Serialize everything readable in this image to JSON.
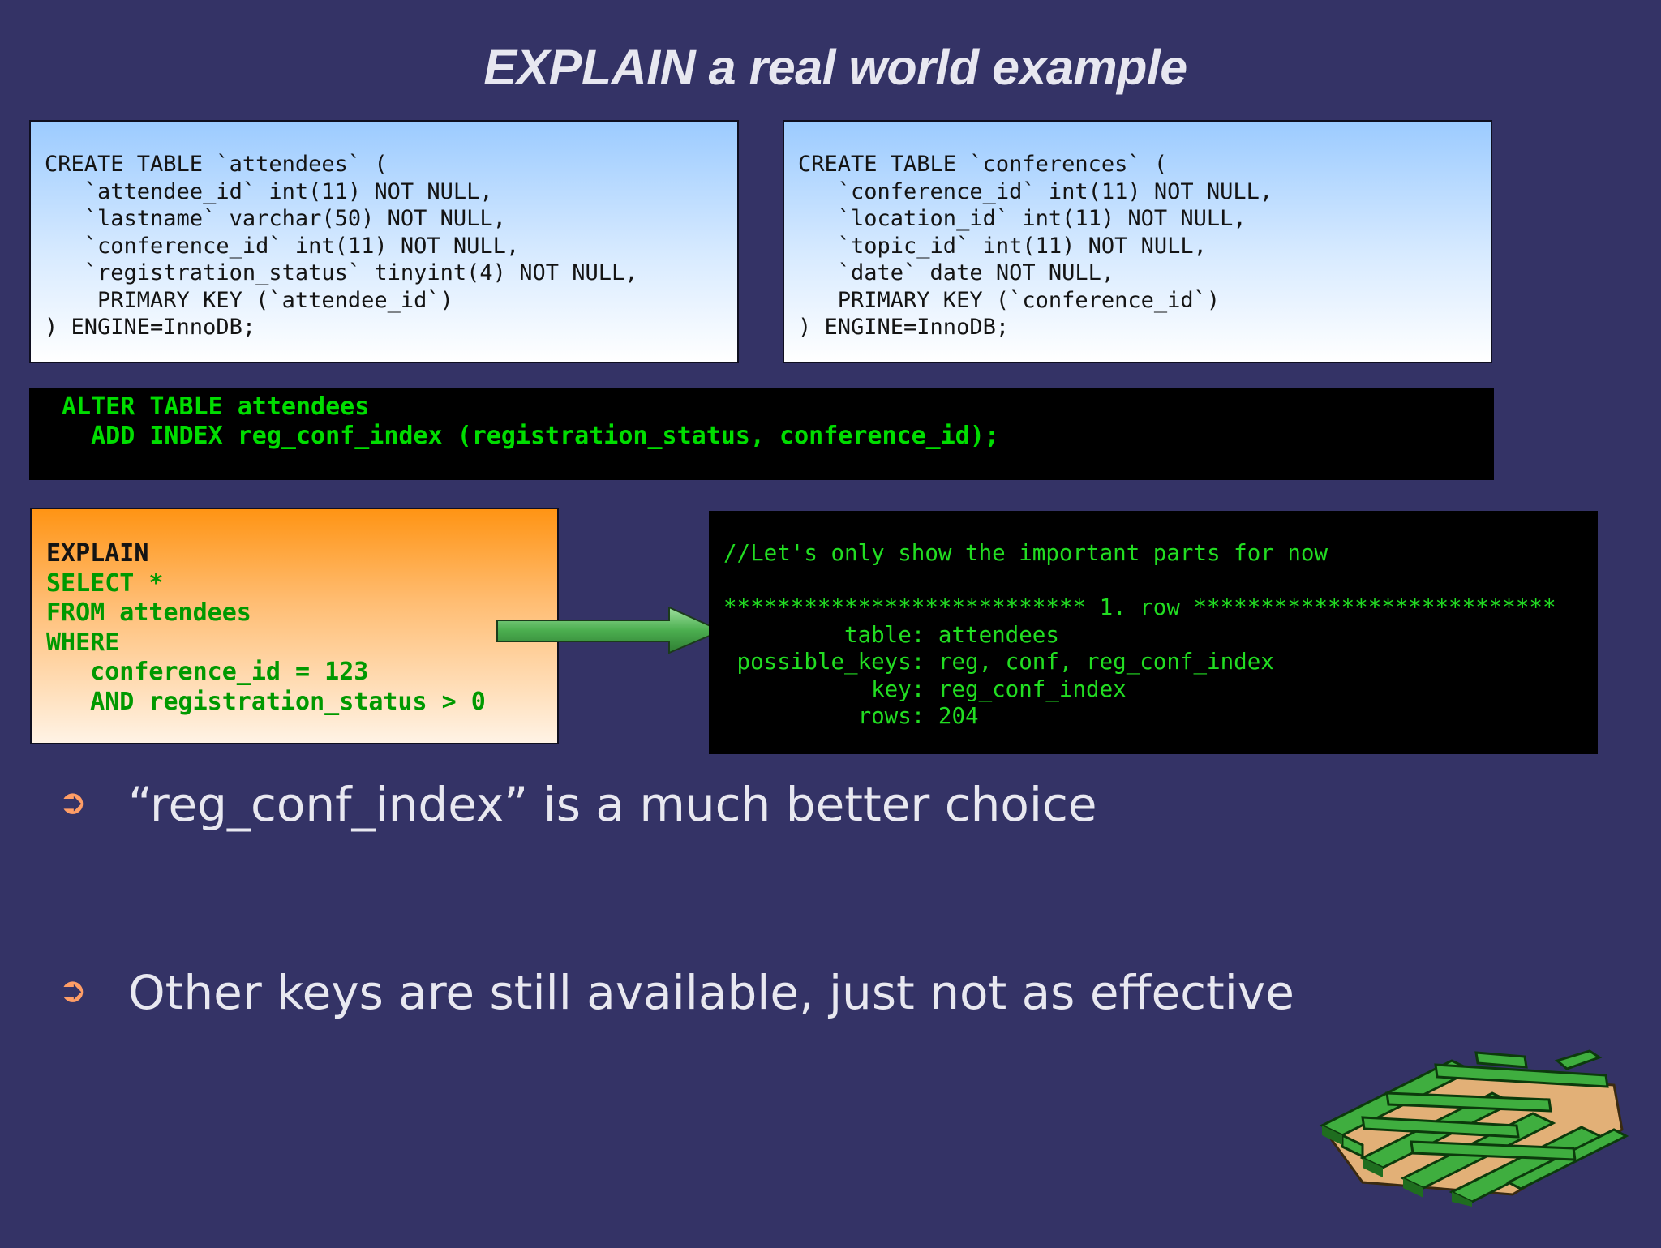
{
  "slide": {
    "title": "EXPLAIN a real world example"
  },
  "create_attendees": {
    "lines": [
      "CREATE TABLE `attendees` (",
      "   `attendee_id` int(11) NOT NULL,",
      "   `lastname` varchar(50) NOT NULL,",
      "   `conference_id` int(11) NOT NULL,",
      "   `registration_status` tinyint(4) NOT NULL,",
      "    PRIMARY KEY (`attendee_id`)",
      ") ENGINE=InnoDB;"
    ]
  },
  "create_conferences": {
    "lines": [
      "CREATE TABLE `conferences` (",
      "   `conference_id` int(11) NOT NULL,",
      "   `location_id` int(11) NOT NULL,",
      "   `topic_id` int(11) NOT NULL,",
      "   `date` date NOT NULL,",
      "   PRIMARY KEY (`conference_id`)",
      ") ENGINE=InnoDB;"
    ]
  },
  "alter": {
    "lines": [
      "ALTER TABLE attendees",
      "  ADD INDEX reg_conf_index (registration_status, conference_id);"
    ]
  },
  "explain_query": {
    "keyword": "EXPLAIN",
    "lines": [
      "SELECT *",
      "FROM attendees",
      "WHERE",
      "   conference_id = 123",
      "   AND registration_status > 0"
    ]
  },
  "explain_output": {
    "comment": "//Let's only show the important parts for now",
    "row_header": "*************************** 1. row ***************************",
    "fields": [
      "         table: attendees",
      " possible_keys: reg, conf, reg_conf_index",
      "           key: reg_conf_index",
      "          rows: 204"
    ]
  },
  "bullets": [
    {
      "mark": "➲",
      "text": "“reg_conf_index” is a much better choice"
    },
    {
      "mark": "➲",
      "text": "Other keys are still available, just not as effective"
    }
  ],
  "colors": {
    "background": "#343366",
    "code_green": "#00dd00",
    "bullet_mark": "#ff9e66",
    "arrow_green": "#4caf50"
  }
}
